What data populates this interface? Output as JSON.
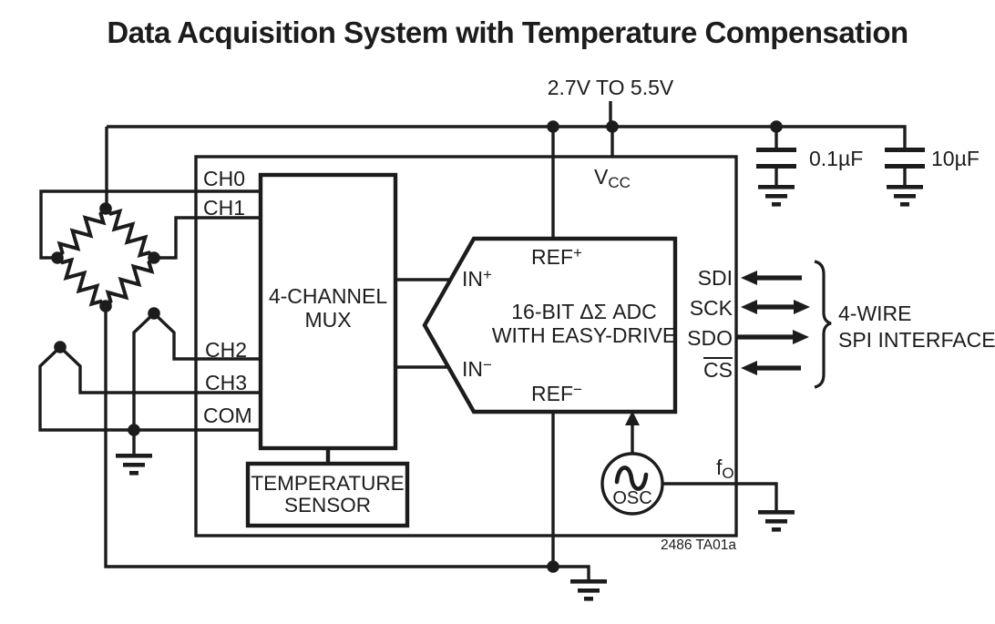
{
  "title": "Data Acquisition System with Temperature Compensation",
  "power": {
    "supply_range": "2.7V TO 5.5V",
    "bypass_cap_1": "0.1µF",
    "bypass_cap_2": "10µF"
  },
  "chip": {
    "vcc_pin": {
      "base": "V",
      "sub": "CC"
    },
    "channel_pins": [
      "CH0",
      "CH1",
      "CH2",
      "CH3",
      "COM"
    ],
    "mux_block": {
      "line1": "4-CHANNEL",
      "line2": "MUX"
    },
    "temp_sensor_block": {
      "line1": "TEMPERATURE",
      "line2": "SENSOR"
    },
    "adc_block": {
      "line1": "16-BIT ΔΣ ADC",
      "line2": "WITH EASY-DRIVE",
      "ref_plus": {
        "base": "REF",
        "sup": "+"
      },
      "ref_minus": {
        "base": "REF",
        "sup": "−"
      },
      "in_plus": {
        "base": "IN",
        "sup": "+"
      },
      "in_minus": {
        "base": "IN",
        "sup": "−"
      }
    },
    "osc_block": {
      "label": "OSC"
    },
    "f0_pin": {
      "base": "f",
      "sub": "O"
    },
    "spi_pins": [
      "SDI",
      "SCK",
      "SDO",
      "CS"
    ]
  },
  "annotations": {
    "spi_line1": "4-WIRE",
    "spi_line2": "SPI INTERFACE",
    "part_number": "2486 TA01a"
  },
  "colors": {
    "ink": "#1c1c1c",
    "background": "#ffffff"
  }
}
